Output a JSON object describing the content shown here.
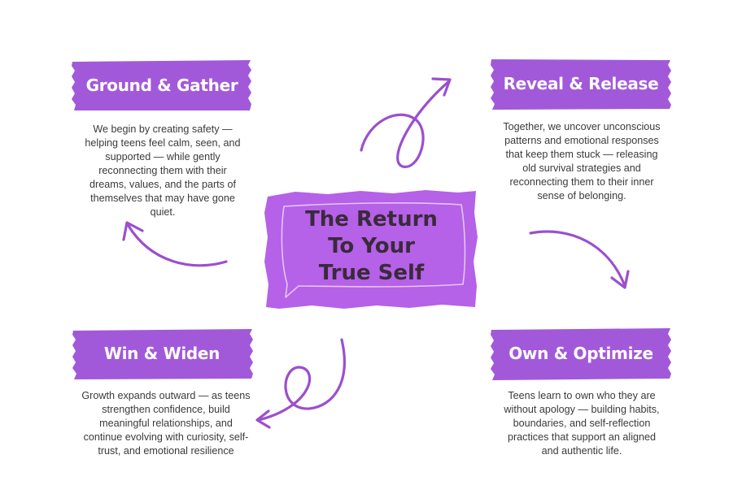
{
  "center": {
    "title": [
      "The Return",
      "To Your",
      "True Self"
    ]
  },
  "steps": [
    {
      "title": "Ground & Gather",
      "text": "We begin by creating safety — helping teens feel calm, seen, and supported — while gently reconnecting them with their dreams, values, and the parts of themselves that may have gone quiet."
    },
    {
      "title": "Reveal & Release",
      "text": "Together, we uncover unconscious patterns and emotional responses that keep them stuck — releasing old survival strategies and reconnecting them to their inner sense of belonging."
    },
    {
      "title": "Win & Widen",
      "text": "Growth expands outward — as teens strengthen confidence, build meaningful relationships, and continue evolving with curiosity, self-trust, and emotional resilience"
    },
    {
      "title": "Own & Optimize",
      "text": "Teens learn to own who they are without apology — building habits, boundaries, and self-reflection practices that support an aligned and authentic life."
    }
  ],
  "colors": {
    "accent": "#a259d9",
    "center_fill": "#b561e8",
    "arrow": "#9b4fcf",
    "text": "#3a3a3a"
  }
}
